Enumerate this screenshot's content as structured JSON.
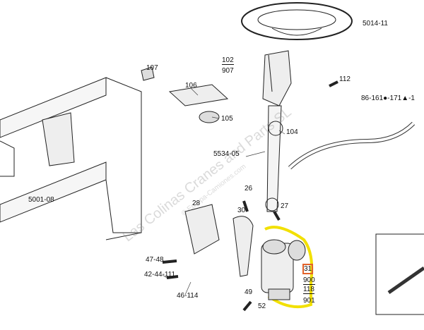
{
  "watermark": {
    "main": "Las Colinas Cranes and Parts SL",
    "sub": "© Europa-Camiones.com"
  },
  "labels": {
    "steering_wheel": "5014-11",
    "column_cover_top": "102",
    "column_cover_bottom": "907",
    "p107": "107",
    "p112": "112",
    "p106": "106",
    "hose_ref": "86-161●-171▲-1",
    "p105": "105",
    "p104": "104",
    "shaft": "5534-05",
    "p26": "26",
    "frame": "5001-08",
    "p28": "28",
    "p27": "27",
    "p30": "30",
    "p47_48": "47-48",
    "p42": "42-44-111",
    "p46": "46-114",
    "p49": "49",
    "p52": "52",
    "box_31": "31",
    "box_900": "900",
    "box_118": "118",
    "box_901": "901"
  },
  "colors": {
    "highlight_outline": "#f2e000",
    "selected_box": "#e2622a"
  }
}
